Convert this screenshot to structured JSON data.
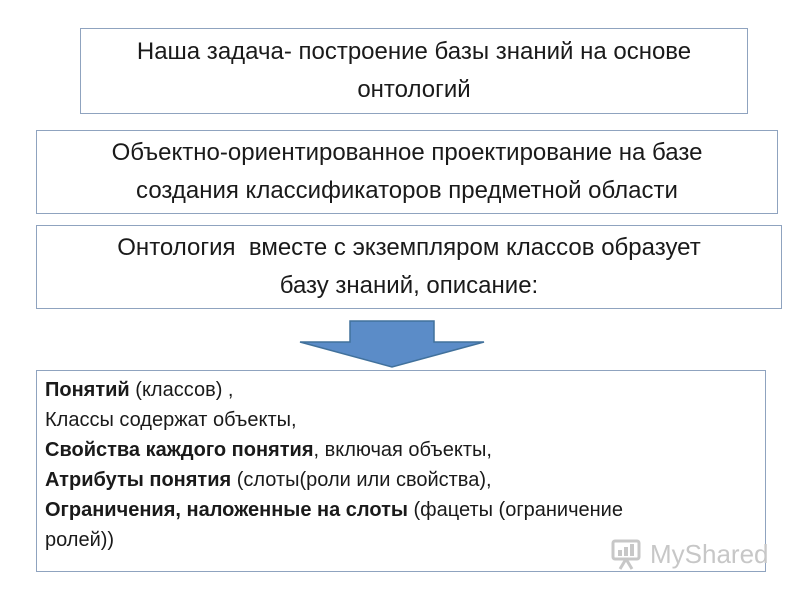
{
  "boxes": [
    {
      "line1": "Наша задача- построение базы знаний на основе",
      "line2": "онтологий"
    },
    {
      "line1": "Объектно-ориентированное проектирование на базе",
      "line2": "создания классификаторов предметной области"
    },
    {
      "line1": "Онтология  вместе с экземпляром классов образует",
      "line2": "базу знаний, описание:"
    }
  ],
  "arrow": {
    "fill": "#5b8cc8",
    "stroke": "#41719c",
    "icon": "down-arrow-icon"
  },
  "list": {
    "items": [
      {
        "bold": "Понятий",
        "rest": " (классов) ,"
      },
      {
        "bold": "",
        "rest": "Классы содержат объекты,"
      },
      {
        "bold": "Свойства каждого понятия",
        "rest": ", включая объекты,"
      },
      {
        "bold": "Атрибуты понятия",
        "rest": " (слоты(роли или свойства),"
      },
      {
        "bold": "Ограничения, наложенные на слоты",
        "rest": " (фацеты (ограничение"
      },
      {
        "bold": "",
        "rest": "ролей))"
      }
    ]
  },
  "watermark": {
    "text": "MyShared",
    "icon": "myshared-logo-icon",
    "color": "#c7c7c7"
  }
}
